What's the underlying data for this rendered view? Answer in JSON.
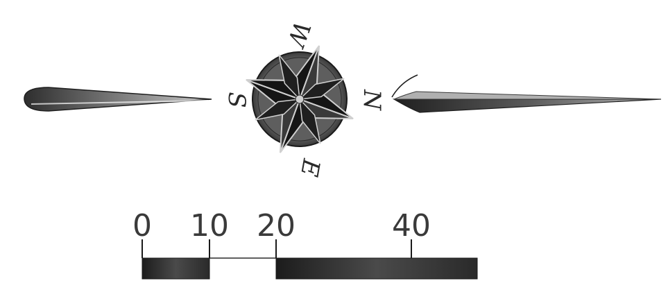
{
  "compass": {
    "north": "N",
    "south": "S",
    "east": "E",
    "west": "W"
  },
  "scale_bar": {
    "labels": [
      "0",
      "10",
      "20",
      "40"
    ],
    "values": [
      0,
      10,
      20,
      40
    ]
  },
  "colors": {
    "ink": "#2a2a2a",
    "dark_fill": "#1a1a1a",
    "mid_gray": "#6e6e6e",
    "light_gray": "#d8d8d8",
    "background": "#ffffff"
  }
}
